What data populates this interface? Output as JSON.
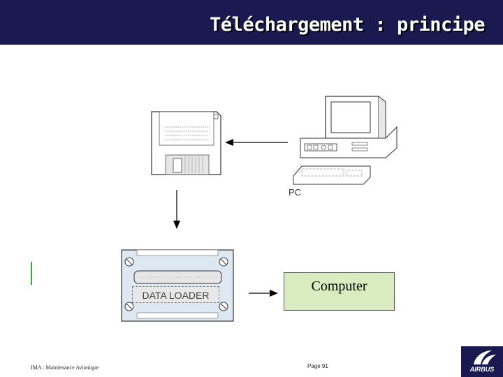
{
  "header": {
    "title": "Téléchargement : principe"
  },
  "diagram": {
    "pc_label": "PC",
    "data_loader_label": "DATA LOADER",
    "computer_label": "Computer",
    "colors": {
      "header_bg": "#1a1950",
      "computer_box": "#d8ecbf"
    }
  },
  "footer": {
    "left_text": "IMA : Maintenance Avionique",
    "page": "Page 91",
    "logo": "AIRBUS"
  }
}
